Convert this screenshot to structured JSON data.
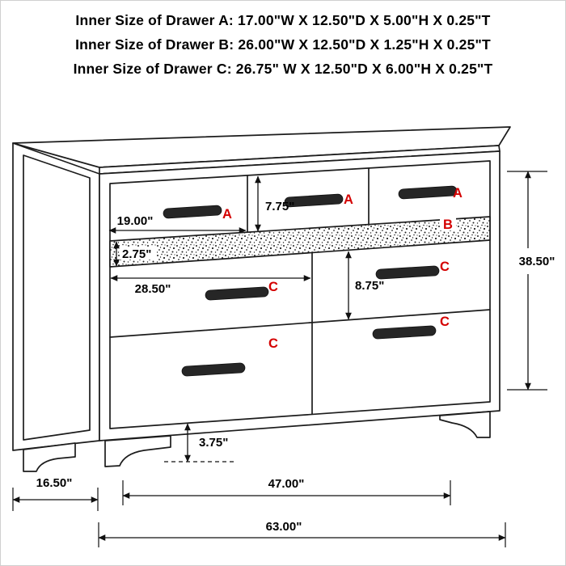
{
  "header": {
    "lines": [
      "Inner Size of Drawer A: 17.00\"W X 12.50\"D X 5.00\"H X 0.25\"T",
      "Inner Size of Drawer B: 26.00\"W X 12.50\"D X 1.25\"H X 0.25\"T",
      "Inner Size of Drawer C: 26.75\" W X 12.50\"D X 6.00\"H X 0.25\"T"
    ]
  },
  "labels": {
    "a1": "A",
    "a2": "A",
    "a3": "A",
    "b": "B",
    "c_top_left": "C",
    "c_top_right": "C",
    "c_bottom_left": "C",
    "c_bottom_right": "C"
  },
  "dims": {
    "drawer_a_width": "19.00\"",
    "drawer_a_height": "7.75\"",
    "drawer_b_height": "2.75\"",
    "drawer_c_width": "28.50\"",
    "drawer_c_height": "8.75\"",
    "overall_height": "38.50\"",
    "base_height": "3.75\"",
    "depth": "16.50\"",
    "inner_leg_width": "47.00\"",
    "overall_width": "63.00\""
  },
  "colors": {
    "label": "#d40000",
    "line": "#1c1c1c"
  }
}
